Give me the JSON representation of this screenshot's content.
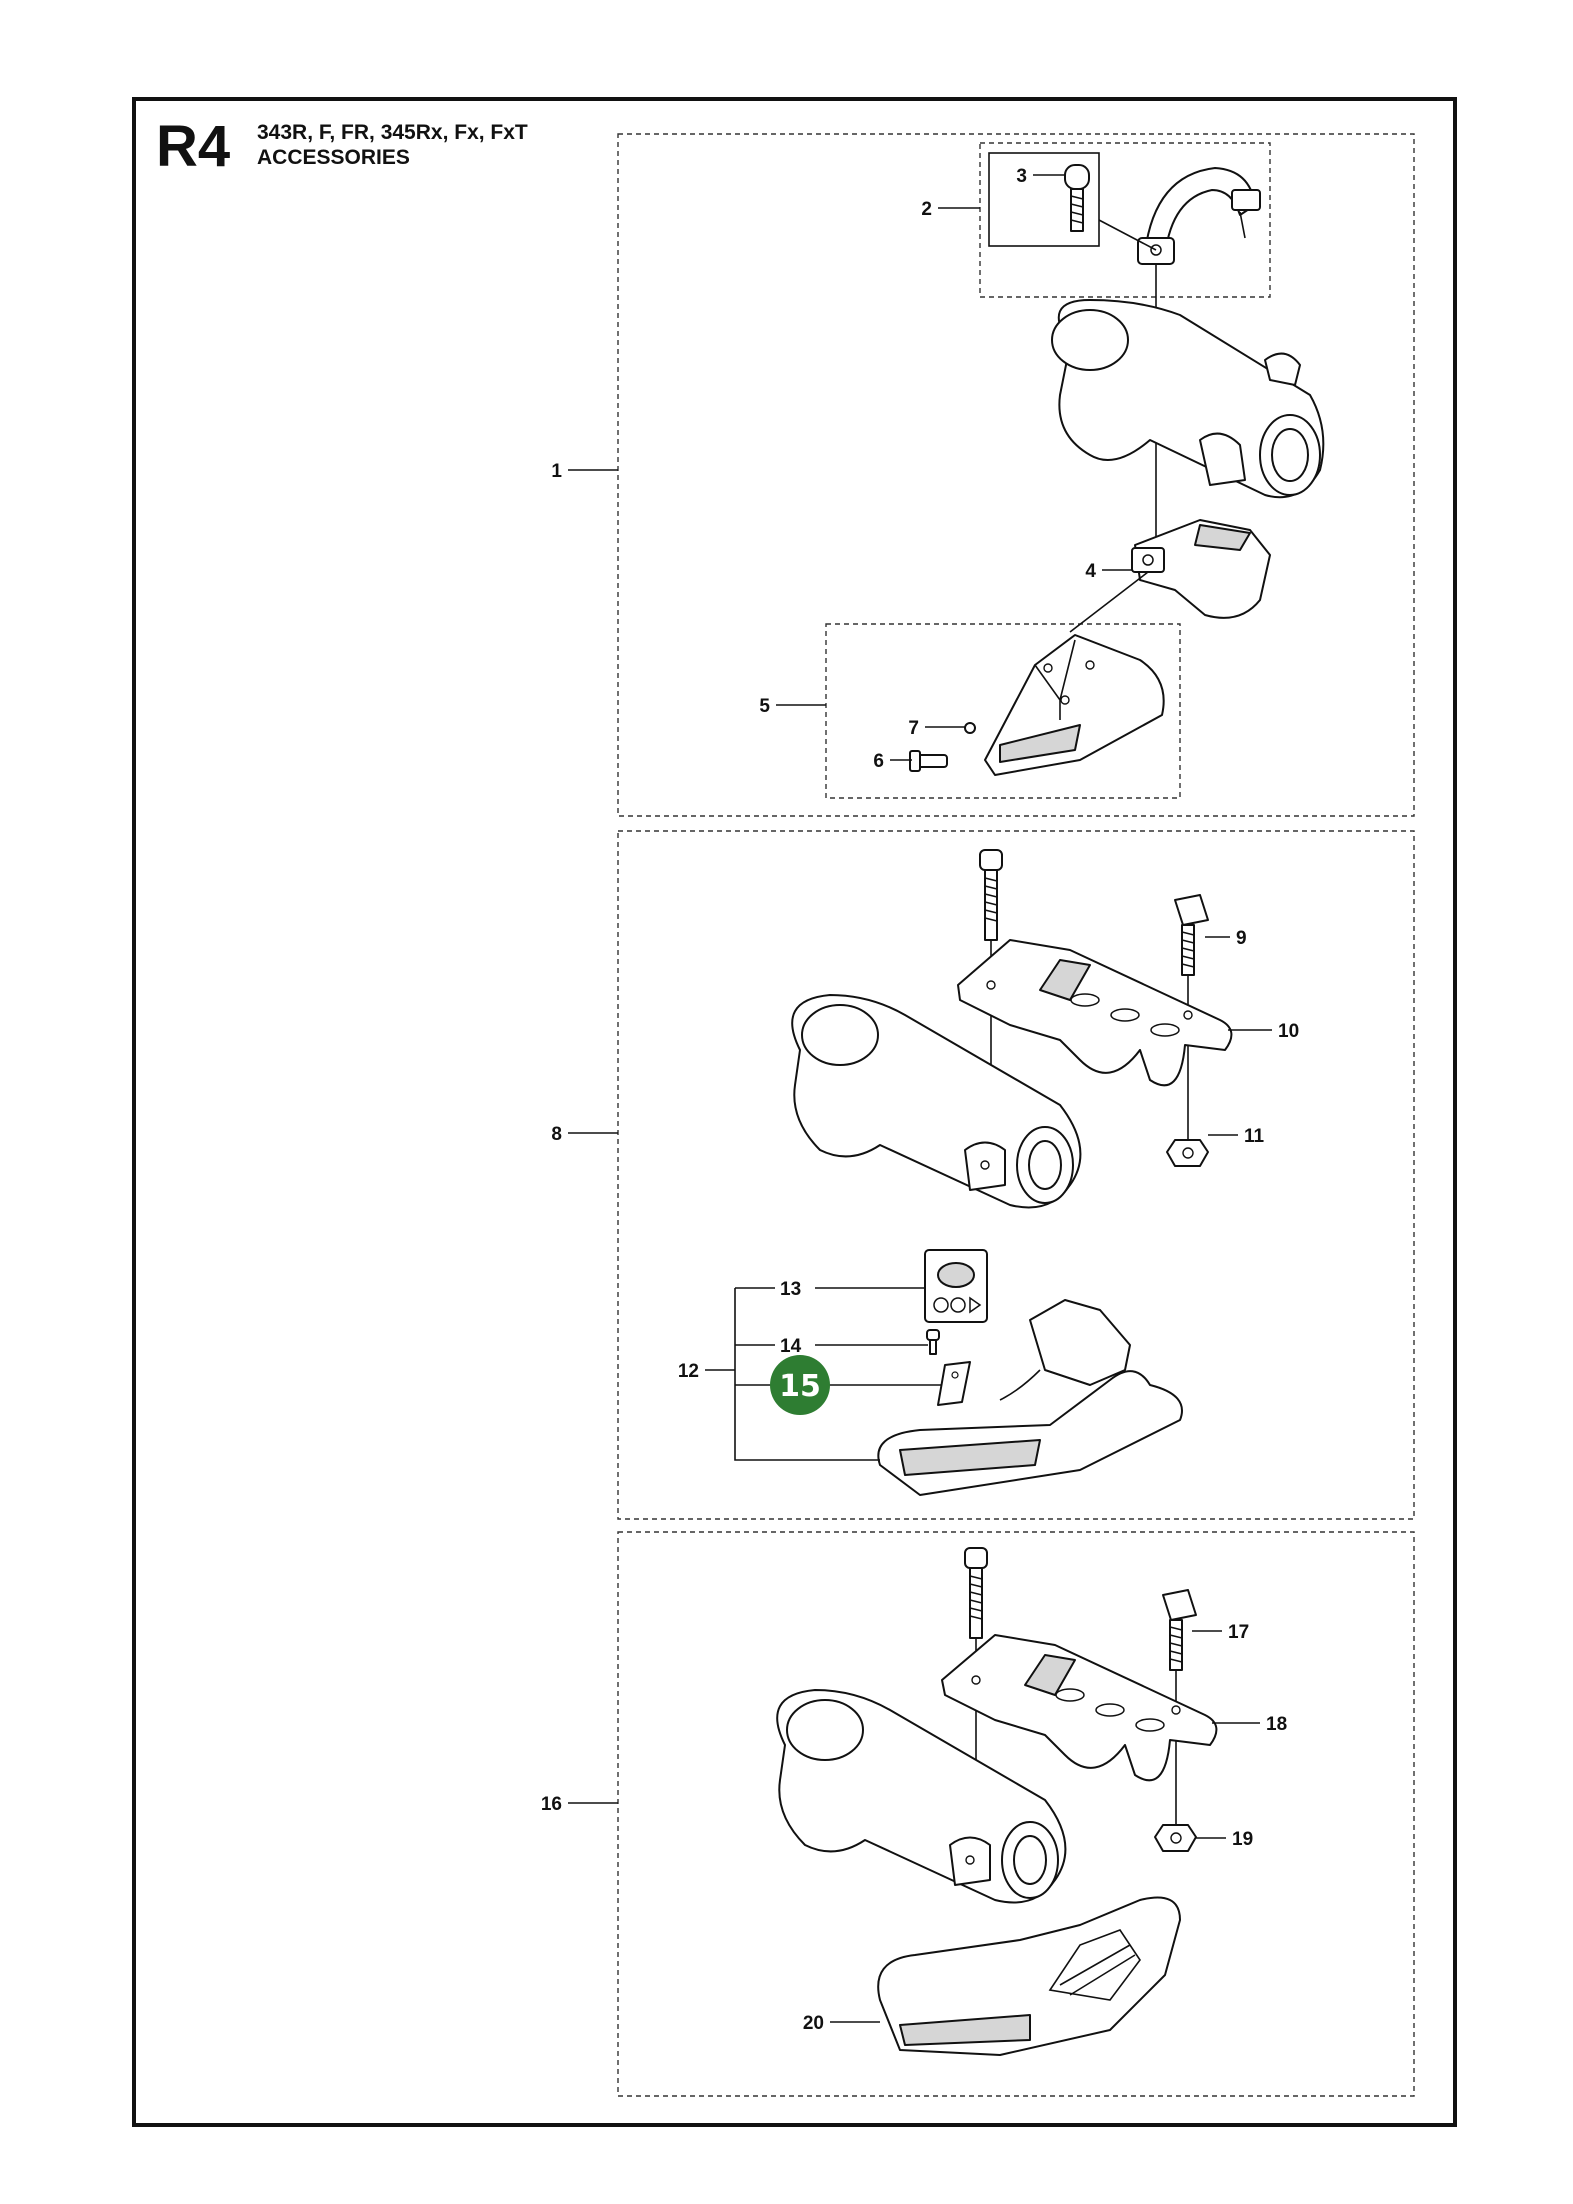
{
  "header": {
    "page_code": "R4",
    "models": "343R, F, FR, 345Rx, Fx, FxT",
    "title": "ACCESSORIES"
  },
  "callouts": {
    "c1": "1",
    "c2": "2",
    "c3": "3",
    "c4": "4",
    "c5": "5",
    "c6": "6",
    "c7": "7",
    "c8": "8",
    "c9": "9",
    "c10": "10",
    "c11": "11",
    "c12": "12",
    "c13": "13",
    "c14": "14",
    "c15": "15",
    "c16": "16",
    "c17": "17",
    "c18": "18",
    "c19": "19",
    "c20": "20"
  },
  "highlight": {
    "callout": "15",
    "color": "#2e7d32"
  }
}
